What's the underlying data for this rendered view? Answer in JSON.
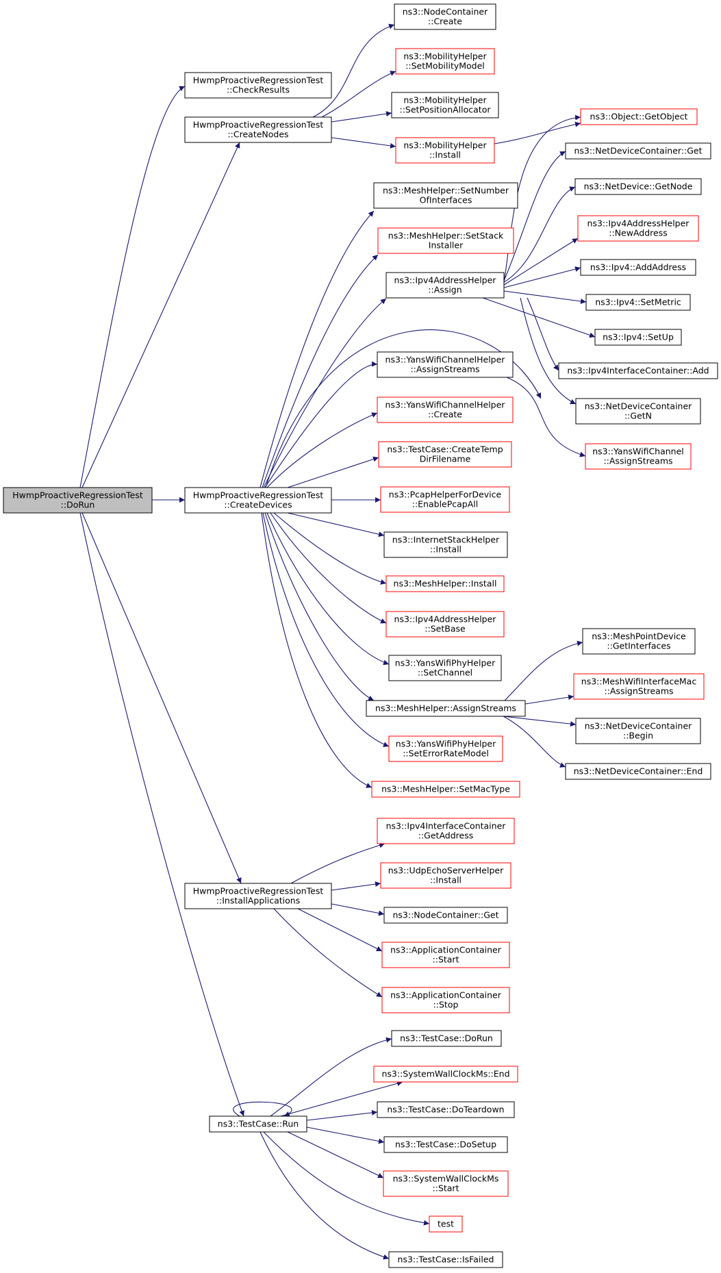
{
  "colors": {
    "edge": "#191970",
    "root_fill": "#bfbfbf",
    "normal_border": "#000000",
    "external_border": "#ff0000",
    "node_fill": "#ffffff"
  },
  "nodes": [
    {
      "id": "dorun",
      "lines": [
        "HwmpProactiveRegressionTest",
        "::DoRun"
      ],
      "style": "root"
    },
    {
      "id": "checkresults",
      "lines": [
        "HwmpProactiveRegressionTest",
        "::CheckResults"
      ],
      "style": "normal"
    },
    {
      "id": "createnodes",
      "lines": [
        "HwmpProactiveRegressionTest",
        "::CreateNodes"
      ],
      "style": "normal"
    },
    {
      "id": "createdevices",
      "lines": [
        "HwmpProactiveRegressionTest",
        "::CreateDevices"
      ],
      "style": "normal"
    },
    {
      "id": "installapps",
      "lines": [
        "HwmpProactiveRegressionTest",
        "::InstallApplications"
      ],
      "style": "normal"
    },
    {
      "id": "tcrun",
      "lines": [
        "ns3::TestCase::Run"
      ],
      "style": "normal"
    },
    {
      "id": "nccreate",
      "lines": [
        "ns3::NodeContainer",
        "::Create"
      ],
      "style": "normal"
    },
    {
      "id": "mhsetmob",
      "lines": [
        "ns3::MobilityHelper",
        "::SetMobilityModel"
      ],
      "style": "external"
    },
    {
      "id": "mhsetpos",
      "lines": [
        "ns3::MobilityHelper",
        "::SetPositionAllocator"
      ],
      "style": "normal"
    },
    {
      "id": "mhinstall",
      "lines": [
        "ns3::MobilityHelper",
        "::Install"
      ],
      "style": "external"
    },
    {
      "id": "getobject",
      "lines": [
        "ns3::Object::GetObject"
      ],
      "style": "external"
    },
    {
      "id": "ndcget",
      "lines": [
        "ns3::NetDeviceContainer::Get"
      ],
      "style": "normal"
    },
    {
      "id": "ndgetnode",
      "lines": [
        "ns3::NetDevice::GetNode"
      ],
      "style": "normal"
    },
    {
      "id": "ipv4newaddr",
      "lines": [
        "ns3::Ipv4AddressHelper",
        "::NewAddress"
      ],
      "style": "external"
    },
    {
      "id": "ipv4addaddr",
      "lines": [
        "ns3::Ipv4::AddAddress"
      ],
      "style": "normal"
    },
    {
      "id": "ipv4setmetric",
      "lines": [
        "ns3::Ipv4::SetMetric"
      ],
      "style": "normal"
    },
    {
      "id": "ipv4setup",
      "lines": [
        "ns3::Ipv4::SetUp"
      ],
      "style": "normal"
    },
    {
      "id": "ipv4icadd",
      "lines": [
        "ns3::Ipv4InterfaceContainer::Add"
      ],
      "style": "normal"
    },
    {
      "id": "ndcgetn",
      "lines": [
        "ns3::NetDeviceContainer",
        "::GetN"
      ],
      "style": "normal"
    },
    {
      "id": "ywcassign",
      "lines": [
        "ns3::YansWifiChannel",
        "::AssignStreams"
      ],
      "style": "external"
    },
    {
      "id": "meshsetnum",
      "lines": [
        "ns3::MeshHelper::SetNumber",
        "OfInterfaces"
      ],
      "style": "normal"
    },
    {
      "id": "meshsetstack",
      "lines": [
        "ns3::MeshHelper::SetStack",
        "Installer"
      ],
      "style": "external"
    },
    {
      "id": "ipv4assign",
      "lines": [
        "ns3::Ipv4AddressHelper",
        "::Assign"
      ],
      "style": "normal"
    },
    {
      "id": "ywchassign",
      "lines": [
        "ns3::YansWifiChannelHelper",
        "::AssignStreams"
      ],
      "style": "normal"
    },
    {
      "id": "ywchcreate",
      "lines": [
        "ns3::YansWifiChannelHelper",
        "::Create"
      ],
      "style": "external"
    },
    {
      "id": "tccreatetemp",
      "lines": [
        "ns3::TestCase::CreateTemp",
        "DirFilename"
      ],
      "style": "external"
    },
    {
      "id": "pcapenable",
      "lines": [
        "ns3::PcapHelperForDevice",
        "::EnablePcapAll"
      ],
      "style": "external"
    },
    {
      "id": "ishinstall",
      "lines": [
        "ns3::InternetStackHelper",
        "::Install"
      ],
      "style": "normal"
    },
    {
      "id": "meshinstall",
      "lines": [
        "ns3::MeshHelper::Install"
      ],
      "style": "external"
    },
    {
      "id": "ipv4setbase",
      "lines": [
        "ns3::Ipv4AddressHelper",
        "::SetBase"
      ],
      "style": "external"
    },
    {
      "id": "ywphsetch",
      "lines": [
        "ns3::YansWifiPhyHelper",
        "::SetChannel"
      ],
      "style": "normal"
    },
    {
      "id": "meshassign",
      "lines": [
        "ns3::MeshHelper::AssignStreams"
      ],
      "style": "normal"
    },
    {
      "id": "ywphseterr",
      "lines": [
        "ns3::YansWifiPhyHelper",
        "::SetErrorRateModel"
      ],
      "style": "external"
    },
    {
      "id": "meshsetmac",
      "lines": [
        "ns3::MeshHelper::SetMacType"
      ],
      "style": "external"
    },
    {
      "id": "mpdgetif",
      "lines": [
        "ns3::MeshPointDevice",
        "::GetInterfaces"
      ],
      "style": "normal"
    },
    {
      "id": "mwimassign",
      "lines": [
        "ns3::MeshWifiInterfaceMac",
        "::AssignStreams"
      ],
      "style": "external"
    },
    {
      "id": "ndcbegin",
      "lines": [
        "ns3::NetDeviceContainer",
        "::Begin"
      ],
      "style": "normal"
    },
    {
      "id": "ndcend",
      "lines": [
        "ns3::NetDeviceContainer::End"
      ],
      "style": "normal"
    },
    {
      "id": "ipv4icgetaddr",
      "lines": [
        "ns3::Ipv4InterfaceContainer",
        "::GetAddress"
      ],
      "style": "external"
    },
    {
      "id": "udpinstall",
      "lines": [
        "ns3::UdpEchoServerHelper",
        "::Install"
      ],
      "style": "external"
    },
    {
      "id": "ncget",
      "lines": [
        "ns3::NodeContainer::Get"
      ],
      "style": "normal"
    },
    {
      "id": "acstart",
      "lines": [
        "ns3::ApplicationContainer",
        "::Start"
      ],
      "style": "external"
    },
    {
      "id": "acstop",
      "lines": [
        "ns3::ApplicationContainer",
        "::Stop"
      ],
      "style": "external"
    },
    {
      "id": "tcdorun",
      "lines": [
        "ns3::TestCase::DoRun"
      ],
      "style": "normal"
    },
    {
      "id": "swcend",
      "lines": [
        "ns3::SystemWallClockMs::End"
      ],
      "style": "external"
    },
    {
      "id": "tcteardown",
      "lines": [
        "ns3::TestCase::DoTeardown"
      ],
      "style": "normal"
    },
    {
      "id": "tcsetup",
      "lines": [
        "ns3::TestCase::DoSetup"
      ],
      "style": "normal"
    },
    {
      "id": "swcstart",
      "lines": [
        "ns3::SystemWallClockMs",
        "::Start"
      ],
      "style": "external"
    },
    {
      "id": "test",
      "lines": [
        "test"
      ],
      "style": "external"
    },
    {
      "id": "tcisfailed",
      "lines": [
        "ns3::TestCase::IsFailed"
      ],
      "style": "normal"
    }
  ]
}
